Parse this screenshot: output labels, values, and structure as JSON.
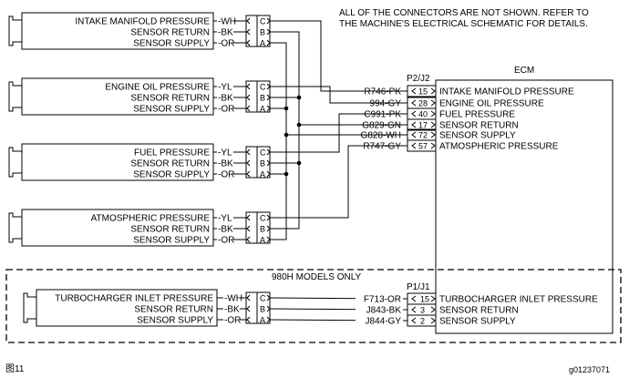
{
  "note": {
    "line1": "ALL OF THE CONNECTORS ARE NOT SHOWN. REFER TO",
    "line2": "THE MACHINE'S ELECTRICAL SCHEMATIC FOR DETAILS."
  },
  "ecm": {
    "title": "ECM",
    "connector_main": "P2/J2",
    "connector_turbo": "P1/J1",
    "pins_main": [
      {
        "pin": "15",
        "wire": "R746-PK",
        "signal": "INTAKE MANIFOLD PRESSURE"
      },
      {
        "pin": "28",
        "wire": "994-GY",
        "signal": "ENGINE OIL PRESSURE"
      },
      {
        "pin": "40",
        "wire": "C991-PK",
        "signal": "FUEL PRESSURE"
      },
      {
        "pin": "17",
        "wire": "G829-GN",
        "signal": "SENSOR RETURN"
      },
      {
        "pin": "72",
        "wire": "G828-WH",
        "signal": "SENSOR SUPPLY"
      },
      {
        "pin": "57",
        "wire": "R747-GY",
        "signal": "ATMOSPHERIC PRESSURE"
      }
    ],
    "pins_turbo": [
      {
        "pin": "15",
        "wire": "F713-OR",
        "signal": "TURBOCHARGER INLET PRESSURE"
      },
      {
        "pin": "3",
        "wire": "J843-BK",
        "signal": "SENSOR RETURN"
      },
      {
        "pin": "2",
        "wire": "J844-GY",
        "signal": "SENSOR SUPPLY"
      }
    ]
  },
  "sensors": [
    {
      "lines": [
        {
          "label": "INTAKE MANIFOLD PRESSURE",
          "wire": "WH",
          "pin": "C"
        },
        {
          "label": "SENSOR RETURN",
          "wire": "BK",
          "pin": "B"
        },
        {
          "label": "SENSOR SUPPLY",
          "wire": "OR",
          "pin": "A"
        }
      ]
    },
    {
      "lines": [
        {
          "label": "ENGINE OIL PRESSURE",
          "wire": "YL",
          "pin": "C"
        },
        {
          "label": "SENSOR RETURN",
          "wire": "BK",
          "pin": "B"
        },
        {
          "label": "SENSOR SUPPLY",
          "wire": "OR",
          "pin": "A"
        }
      ]
    },
    {
      "lines": [
        {
          "label": "FUEL PRESSURE",
          "wire": "YL",
          "pin": "C"
        },
        {
          "label": "SENSOR RETURN",
          "wire": "BK",
          "pin": "B"
        },
        {
          "label": "SENSOR SUPPLY",
          "wire": "OR",
          "pin": "A"
        }
      ]
    },
    {
      "lines": [
        {
          "label": "ATMOSPHERIC PRESSURE",
          "wire": "YL",
          "pin": "C"
        },
        {
          "label": "SENSOR RETURN",
          "wire": "BK",
          "pin": "B"
        },
        {
          "label": "SENSOR SUPPLY",
          "wire": "OR",
          "pin": "A"
        }
      ]
    }
  ],
  "turbo_section": {
    "title": "980H MODELS ONLY",
    "lines": [
      {
        "label": "TURBOCHARGER INLET PRESSURE",
        "wire": "WH",
        "pin": "C"
      },
      {
        "label": "SENSOR RETURN",
        "wire": "BK",
        "pin": "B"
      },
      {
        "label": "SENSOR SUPPLY",
        "wire": "OR",
        "pin": "A"
      }
    ]
  },
  "figure_label": "图11",
  "figure_id": "g01237071",
  "colors": {
    "line": "#000000",
    "background": "#ffffff"
  }
}
